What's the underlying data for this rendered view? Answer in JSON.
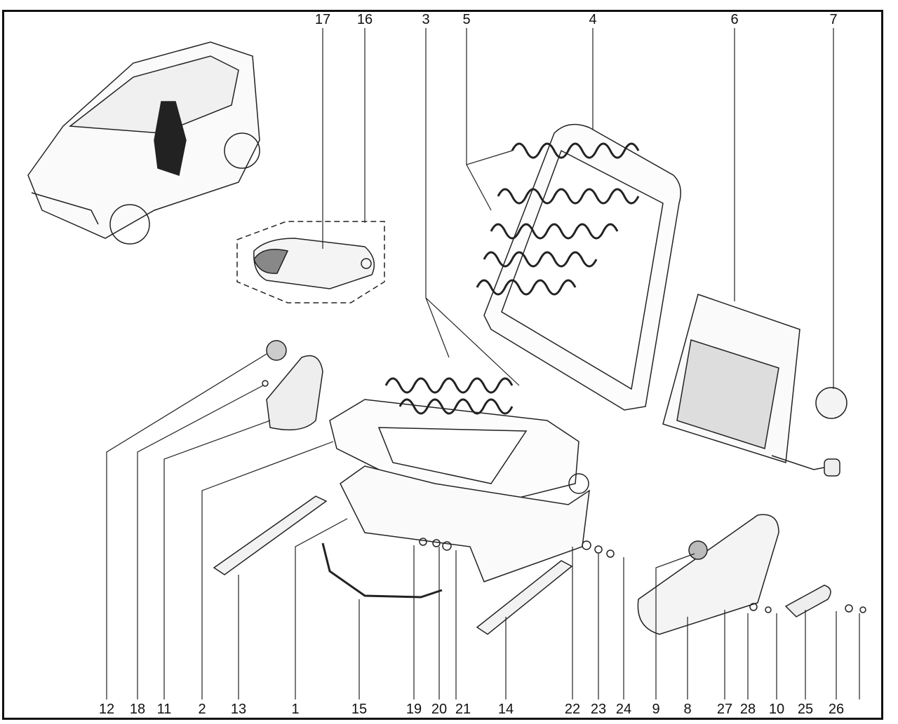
{
  "diagram": {
    "title": "Front seat exploded view",
    "top_callouts": [
      "17",
      "16",
      "3",
      "5",
      "4",
      "6",
      "7"
    ],
    "bottom_callouts": [
      "12",
      "18",
      "11",
      "2",
      "13",
      "1",
      "15",
      "19",
      "20",
      "21",
      "14",
      "22",
      "23",
      "24",
      "9",
      "8",
      "27",
      "28",
      "10",
      "25",
      "26"
    ]
  }
}
